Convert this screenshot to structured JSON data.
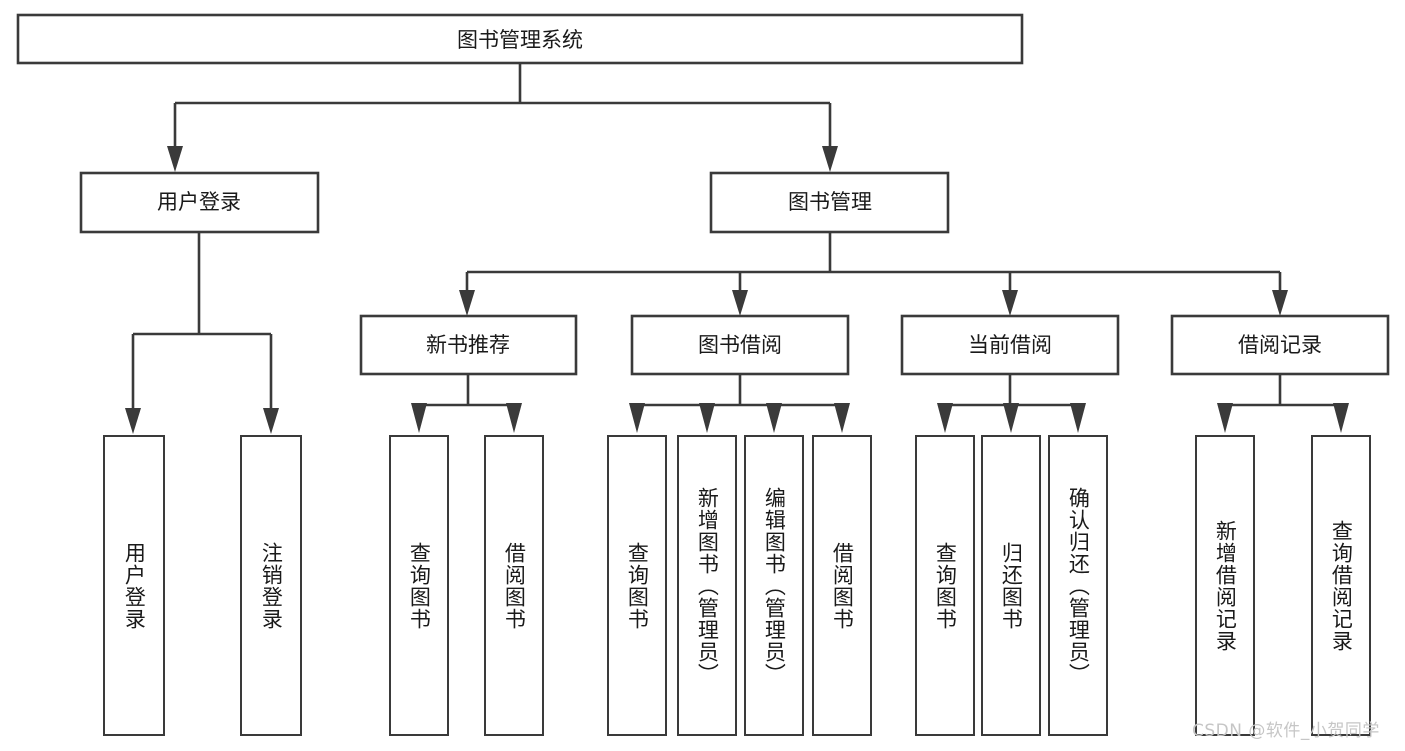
{
  "diagram": {
    "title": "图书管理系统",
    "type": "tree",
    "root": {
      "id": "root",
      "label": "图书管理系统",
      "orientation": "horizontal"
    },
    "level2": [
      {
        "id": "user-login",
        "label": "用户登录",
        "orientation": "horizontal"
      },
      {
        "id": "book-management",
        "label": "图书管理",
        "orientation": "horizontal"
      }
    ],
    "level3": [
      {
        "id": "new-book-recommend",
        "label": "新书推荐",
        "orientation": "horizontal",
        "parent": "book-management"
      },
      {
        "id": "book-borrow",
        "label": "图书借阅",
        "orientation": "horizontal",
        "parent": "book-management"
      },
      {
        "id": "current-borrow",
        "label": "当前借阅",
        "orientation": "horizontal",
        "parent": "book-management"
      },
      {
        "id": "borrow-record",
        "label": "借阅记录",
        "orientation": "horizontal",
        "parent": "book-management"
      }
    ],
    "leaves": [
      {
        "id": "leaf-user-login",
        "label": "用户登录",
        "orientation": "vertical",
        "parent": "user-login"
      },
      {
        "id": "leaf-user-logout",
        "label": "注销登录",
        "orientation": "vertical",
        "parent": "user-login"
      },
      {
        "id": "leaf-query-books-1",
        "label": "查询图书",
        "orientation": "vertical",
        "parent": "new-book-recommend"
      },
      {
        "id": "leaf-borrow-books-1",
        "label": "借阅图书",
        "orientation": "vertical",
        "parent": "new-book-recommend"
      },
      {
        "id": "leaf-query-books-2",
        "label": "查询图书",
        "orientation": "vertical",
        "parent": "book-borrow"
      },
      {
        "id": "leaf-add-book",
        "label": "新增图书（管理员）",
        "orientation": "vertical",
        "parent": "book-borrow"
      },
      {
        "id": "leaf-edit-book",
        "label": "编辑图书（管理员）",
        "orientation": "vertical",
        "parent": "book-borrow"
      },
      {
        "id": "leaf-borrow-books-2",
        "label": "借阅图书",
        "orientation": "vertical",
        "parent": "book-borrow"
      },
      {
        "id": "leaf-query-books-3",
        "label": "查询图书",
        "orientation": "vertical",
        "parent": "current-borrow"
      },
      {
        "id": "leaf-return-book",
        "label": "归还图书",
        "orientation": "vertical",
        "parent": "current-borrow"
      },
      {
        "id": "leaf-confirm-return",
        "label": "确认归还（管理员）",
        "orientation": "vertical",
        "parent": "current-borrow"
      },
      {
        "id": "leaf-add-record",
        "label": "新增借阅记录",
        "orientation": "vertical",
        "parent": "borrow-record"
      },
      {
        "id": "leaf-query-record",
        "label": "查询借阅记录",
        "orientation": "vertical",
        "parent": "borrow-record"
      }
    ],
    "colors": {
      "stroke": "#3a3a3a",
      "fill": "#ffffff",
      "text": "#1a1a1a",
      "watermark": "#c6c6c6"
    }
  },
  "watermark": {
    "text": "CSDN @软件_小贺同学"
  }
}
